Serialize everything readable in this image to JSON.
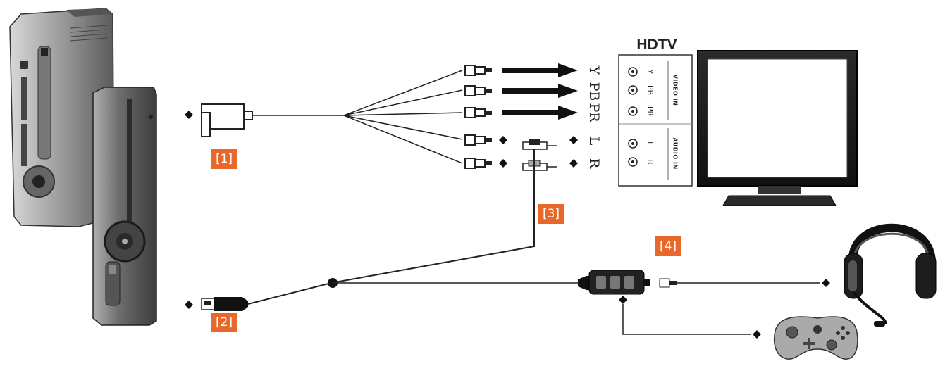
{
  "tv": {
    "title": "HDTV",
    "video_in_label": "VIDEO IN",
    "audio_in_label": "AUDIO IN",
    "ports": [
      {
        "side": "Y",
        "panel": "Y"
      },
      {
        "side": "PB",
        "panel": "PB"
      },
      {
        "side": "PR",
        "panel": "PR"
      },
      {
        "side": "L",
        "panel": "L"
      },
      {
        "side": "R",
        "panel": "R"
      }
    ]
  },
  "callouts": [
    "[1]",
    "[2]",
    "[3]",
    "[4]"
  ]
}
